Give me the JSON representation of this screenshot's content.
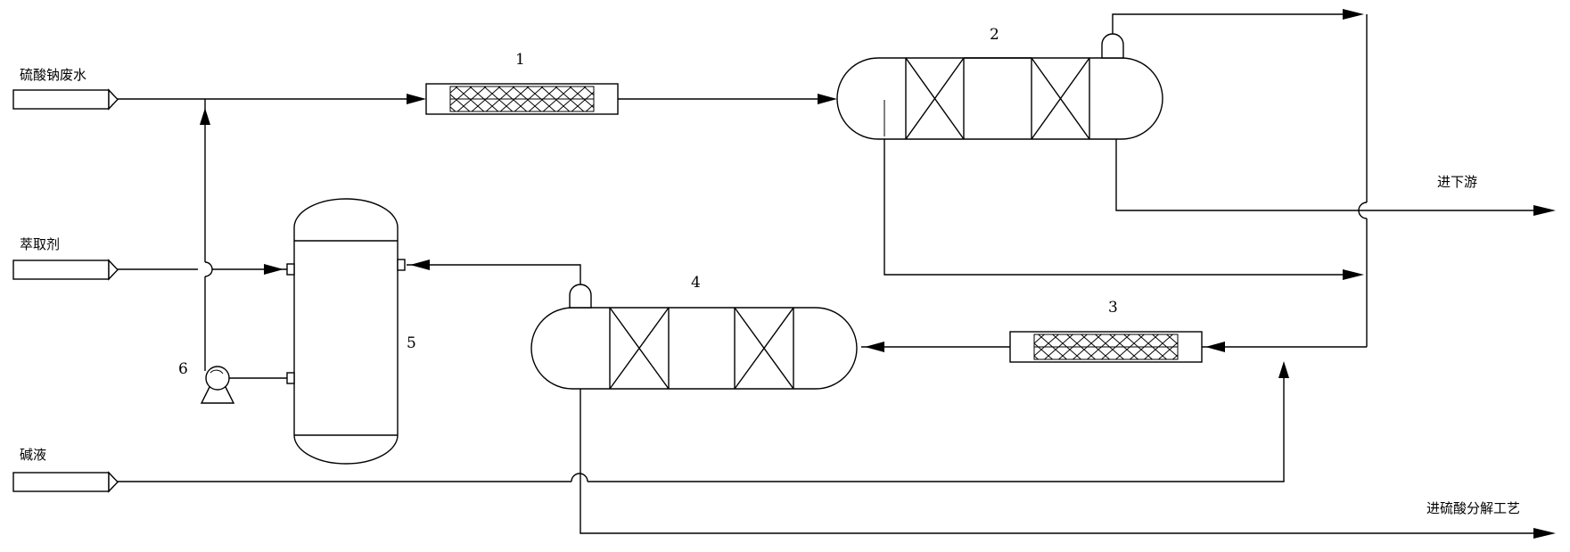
{
  "labels": {
    "sodium_sulfate_wastewater": "硫酸钠废水",
    "extractant": "萃取剂",
    "alkali_liquor": "碱液",
    "to_downstream": "进下游",
    "to_sulfuric_acid_decomposition": "进硫酸分解工艺"
  },
  "equipment_numbers": {
    "mixer_1": "1",
    "column_2": "2",
    "mixer_3": "3",
    "column_4": "4",
    "tank_5": "5",
    "pump_6": "6"
  }
}
